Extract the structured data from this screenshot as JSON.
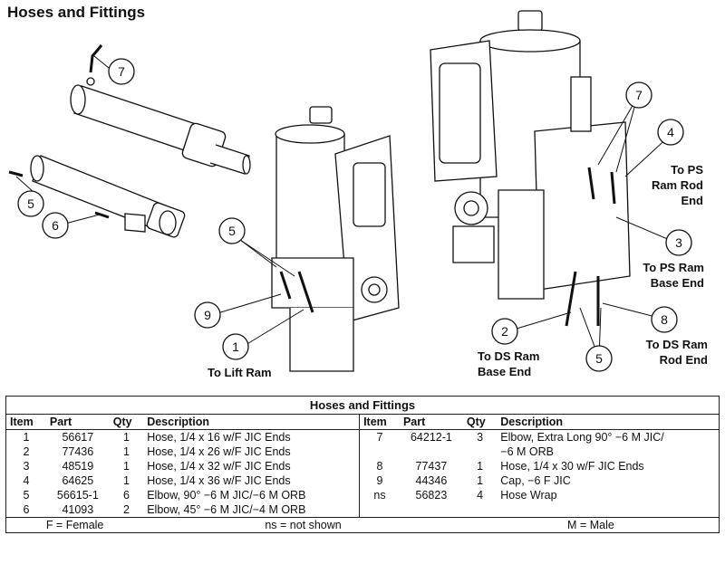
{
  "page_title": "Hoses and Fittings",
  "callouts": {
    "to_lift_ram": "To Lift Ram",
    "to_ps_ram_rod_end": [
      "To PS",
      "Ram Rod",
      "End"
    ],
    "to_ps_ram_base_end": [
      "To PS Ram",
      "Base End"
    ],
    "to_ds_ram_base_end": [
      "To DS Ram",
      "Base End"
    ],
    "to_ds_ram_rod_end": [
      "To DS Ram",
      "Rod End"
    ]
  },
  "balloons": [
    "7",
    "5",
    "6",
    "5",
    "9",
    "1",
    "7",
    "4",
    "3",
    "2",
    "8",
    "5"
  ],
  "table": {
    "caption": "Hoses and Fittings",
    "headers": [
      "Item",
      "Part",
      "Qty",
      "Description",
      "Item",
      "Part",
      "Qty",
      "Description"
    ],
    "rows": [
      [
        "1",
        "56617",
        "1",
        "Hose, 1/4 x 16 w/F JIC Ends",
        "7",
        "64212-1",
        "3",
        "Elbow, Extra Long 90° −6 M JIC/"
      ],
      [
        "2",
        "77436",
        "1",
        "Hose, 1/4 x 26 w/F JIC Ends",
        "",
        "",
        "",
        "−6 M ORB"
      ],
      [
        "3",
        "48519",
        "1",
        "Hose, 1/4 x 32 w/F JIC Ends",
        "8",
        "77437",
        "1",
        "Hose, 1/4 x 30 w/F JIC Ends"
      ],
      [
        "4",
        "64625",
        "1",
        "Hose, 1/4 x 36 w/F JIC Ends",
        "9",
        "44346",
        "1",
        "Cap, −6 F JIC"
      ],
      [
        "5",
        "56615-1",
        "6",
        "Elbow, 90° −6 M JIC/−6 M ORB",
        "ns",
        "56823",
        "4",
        "Hose Wrap"
      ],
      [
        "6",
        "41093",
        "2",
        "Elbow, 45° −6 M JIC/−4 M ORB",
        "",
        "",
        "",
        ""
      ]
    ],
    "footer": [
      "F = Female",
      "ns = not shown",
      "M = Male"
    ]
  }
}
